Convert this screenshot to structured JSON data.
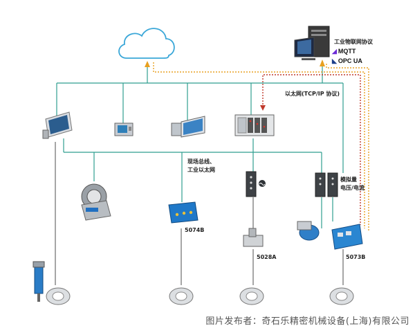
{
  "labels": {
    "protocols": "工业物联网协议",
    "mqtt": "MQTT",
    "opcua": "OPC UA",
    "ethernet": "以太网(TCP/IP 协议)",
    "fieldbus_line1": "现场总线、",
    "fieldbus_line2": "工业以太网",
    "analog_line1": "模拟量",
    "analog_line2": "电压/电流",
    "model_5074b": "5074B",
    "model_5028a": "5028A",
    "model_5073b": "5073B"
  },
  "credit": "图片发布者：奇石乐精密机械设备(上海)有限公司",
  "colors": {
    "link": "#2e9e8f",
    "orange": "#e8a020",
    "red": "#c0392b",
    "sensor": "#5a5a5a"
  }
}
